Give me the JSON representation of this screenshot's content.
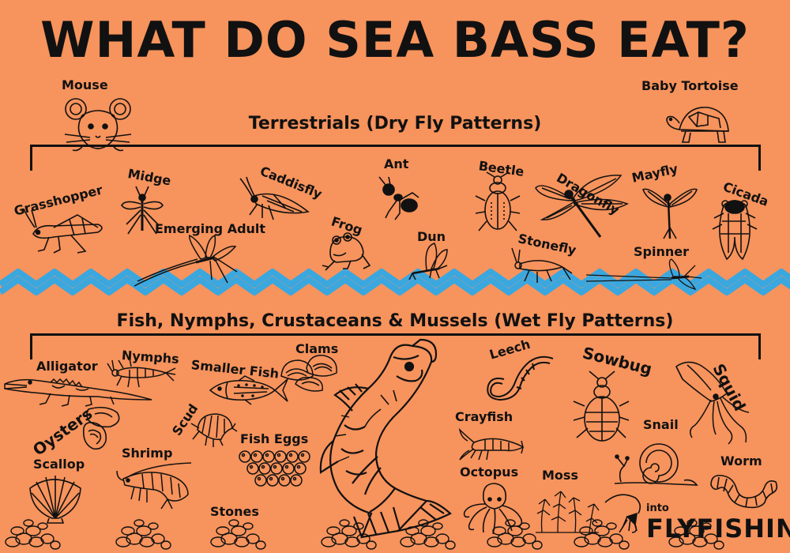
{
  "title": "WHAT DO SEA BASS EAT?",
  "sections": {
    "terrestrials": "Terrestrials (Dry Fly Patterns)",
    "aquatic": "Fish, Nymphs, Crustaceans & Mussels (Wet Fly Patterns)"
  },
  "labels": {
    "mouse": "Mouse",
    "baby_tortoise": "Baby Tortoise",
    "grasshopper": "Grasshopper",
    "midge": "Midge",
    "caddisfly": "Caddisfly",
    "ant": "Ant",
    "beetle": "Beetle",
    "dragonfly": "Dragonfly",
    "mayfly": "Mayfly",
    "cicada": "Cicada",
    "emerging_adult": "Emerging Adult",
    "frog": "Frog",
    "dun": "Dun",
    "stonefly": "Stonefly",
    "spinner": "Spinner",
    "alligator": "Alligator",
    "nymphs": "Nymphs",
    "smaller_fish": "Smaller Fish",
    "clams": "Clams",
    "leech": "Leech",
    "sowbug": "Sowbug",
    "squid": "Squid",
    "oysters": "Oysters",
    "scud": "Scud",
    "fish_eggs": "Fish Eggs",
    "crayfish": "Crayfish",
    "snail": "Snail",
    "scallop": "Scallop",
    "shrimp": "Shrimp",
    "octopus": "Octopus",
    "moss": "Moss",
    "worm": "Worm",
    "stones": "Stones"
  },
  "logo": {
    "prefix": "into",
    "brand": "FLYFISHING"
  },
  "colors": {
    "background": "#F7935C",
    "water": "#3BA7DF",
    "ink": "#111111"
  }
}
